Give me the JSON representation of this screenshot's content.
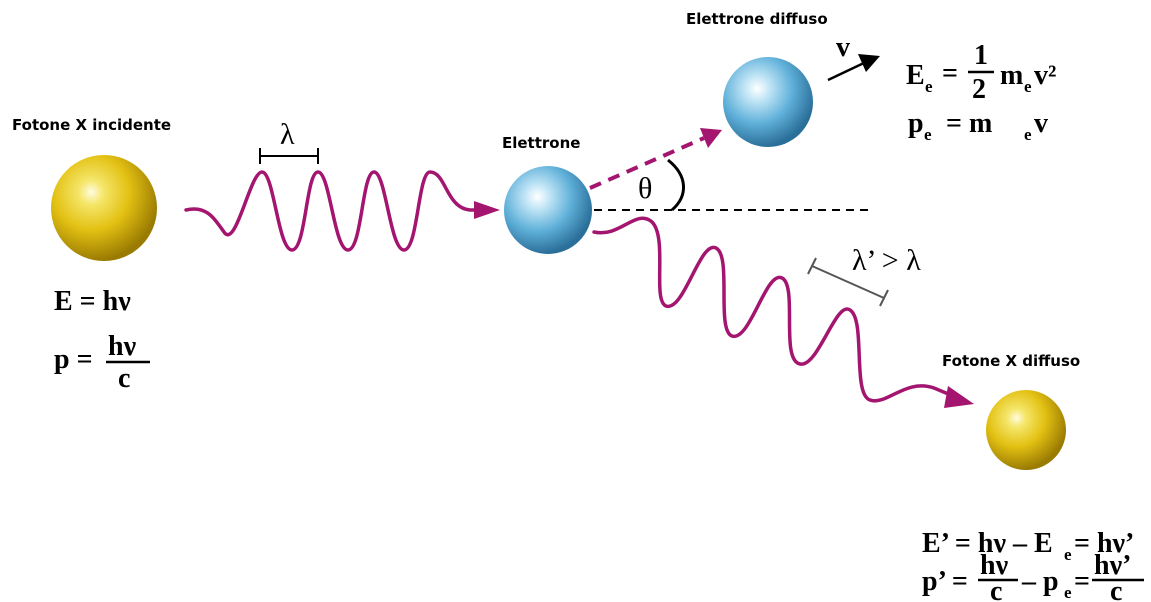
{
  "labels": {
    "incident_photon": "Fotone X incidente",
    "electron": "Elettrone",
    "scattered_electron": "Elettrone diffuso",
    "scattered_photon": "Fotone X diffuso",
    "lambda": "λ",
    "lambda_prime_gt_lambda": "λ’ > λ",
    "theta": "θ",
    "v": "v"
  },
  "formulas": {
    "incident_E": "E = hν",
    "incident_p_lhs": "p =",
    "incident_p_num": "hν",
    "incident_p_den": "c",
    "electron_E_lhs": "E",
    "electron_E_sub": "e",
    "electron_E_eq": "=",
    "electron_E_num": "1",
    "electron_E_den": "2",
    "electron_E_rhs_m": "m",
    "electron_E_rhs_sub": "e",
    "electron_E_rhs_v": "v²",
    "electron_p_lhs": "p",
    "electron_p_sub": "e",
    "electron_p_rhs": "= m",
    "electron_p_rhs_sub": "e",
    "electron_p_rhs_v": "v",
    "scattered_E_lhs": "E’ = hν – E",
    "scattered_E_sub": "e",
    "scattered_E_rhs": "= hν’",
    "scattered_p_lhs": "p’ =",
    "scattered_p_num1": "hν",
    "scattered_p_den1": "c",
    "scattered_p_minus": "– p",
    "scattered_p_sub": "e",
    "scattered_p_eq": "=",
    "scattered_p_num2": "hν’",
    "scattered_p_den2": "c"
  },
  "colors": {
    "wave": "#a3156f",
    "photon": "#e8c417",
    "electron": "#5fb0d9",
    "ink": "#000000"
  }
}
